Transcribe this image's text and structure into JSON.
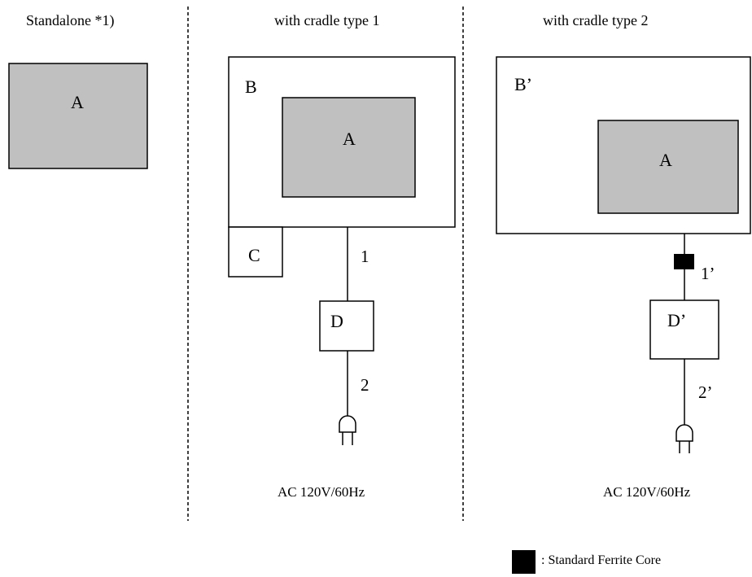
{
  "headers": {
    "standalone": "Standalone *1)",
    "cradle1": "with cradle type 1",
    "cradle2": "with cradle type 2"
  },
  "panel_standalone": {
    "unit_a": "A"
  },
  "panel_cradle1": {
    "cradle": "B",
    "unit_a": "A",
    "block_c": "C",
    "adapter": "D",
    "cable_1": "1",
    "cable_2": "2",
    "power": "AC 120V/60Hz"
  },
  "panel_cradle2": {
    "cradle": "B’",
    "unit_a": "A",
    "adapter": "D’",
    "cable_1": "1’",
    "cable_2": "2’",
    "power": "AC 120V/60Hz"
  },
  "legend": {
    "ferrite_label": ": Standard Ferrite Core"
  },
  "colors": {
    "unit_fill": "#c0c0c0",
    "stroke": "#000000",
    "ferrite": "#000000"
  },
  "icons": [
    "ac-plug-icon",
    "ferrite-core-icon"
  ]
}
